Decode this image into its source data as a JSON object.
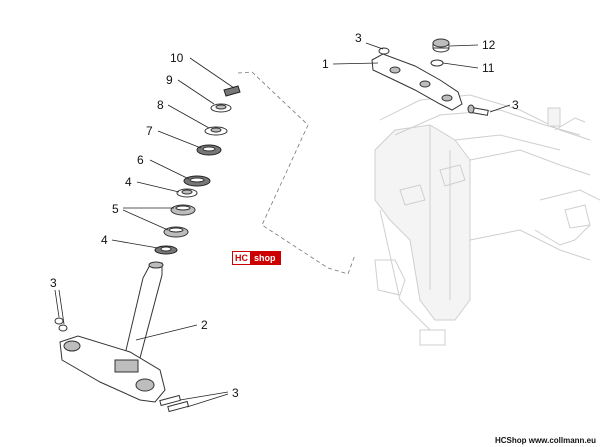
{
  "callouts": {
    "c10": "10",
    "c9": "9",
    "c8": "8",
    "c7": "7",
    "c6": "6",
    "c4a": "4",
    "c5": "5",
    "c4b": "4",
    "c3a": "3",
    "c2": "2",
    "c3b": "3",
    "c3c": "3",
    "c12": "12",
    "c1": "1",
    "c11": "11",
    "c3d": "3"
  },
  "badge": {
    "left": "HC",
    "right": "shop"
  },
  "footer": "HCShop www.collmann.eu"
}
